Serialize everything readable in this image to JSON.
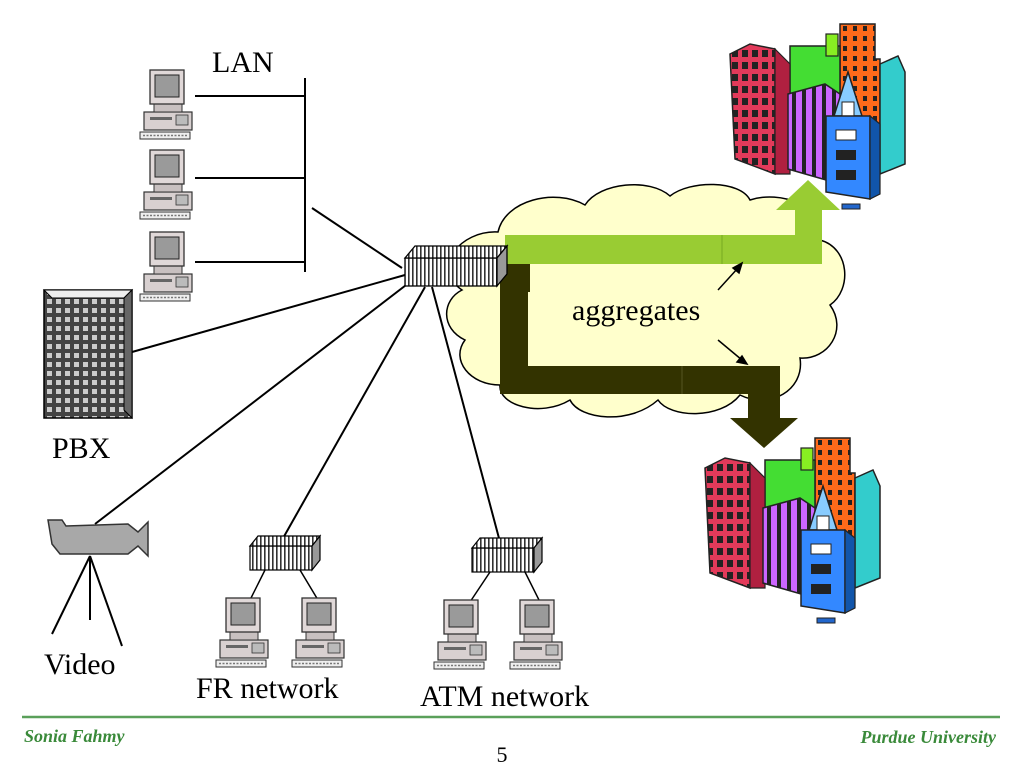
{
  "labels": {
    "lan": "LAN",
    "pbx": "PBX",
    "video": "Video",
    "fr_network": "FR network",
    "atm_network": "ATM network",
    "aggregates": "aggregates"
  },
  "footer": {
    "author": "Sonia Fahmy",
    "page_number": "5",
    "institution": "Purdue University"
  },
  "icons": [
    "computer-icon",
    "pbx-icon",
    "video-camera-icon",
    "switch-icon",
    "cloud-icon",
    "city-buildings-icon"
  ],
  "colors": {
    "footer_text": "#3a8a3a",
    "footer_rule": "#5aa05a",
    "green_aggregate": "#99cc33",
    "dark_aggregate": "#333300",
    "cloud": "#ffffcc"
  }
}
